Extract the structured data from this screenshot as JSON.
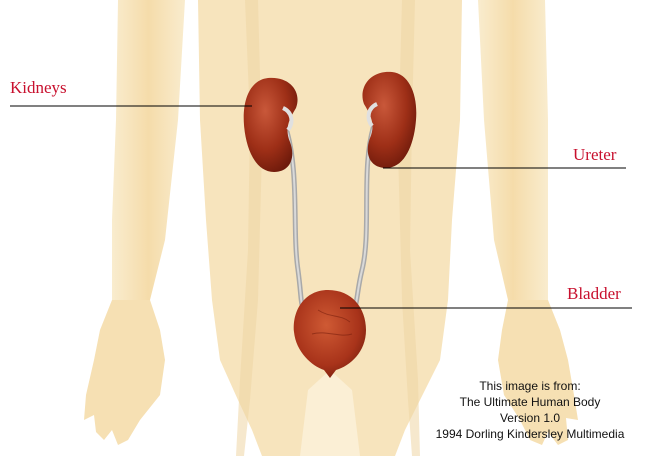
{
  "labels": {
    "kidneys": "Kidneys",
    "ureter": "Ureter",
    "bladder": "Bladder"
  },
  "credit": {
    "line1": "This image is from:",
    "line2": "The Ultimate Human Body",
    "line3": "Version 1.0",
    "line4": "1994 Dorling Kindersley Multimedia"
  },
  "colors": {
    "skin": "#f7e3b9",
    "skin_shadow": "#ecd19a",
    "organ": "#9a2b16",
    "organ_light": "#c24a2a",
    "ureter_tube": "#b9b9b9",
    "label_text": "#c8102e",
    "leader_line": "#000000"
  }
}
